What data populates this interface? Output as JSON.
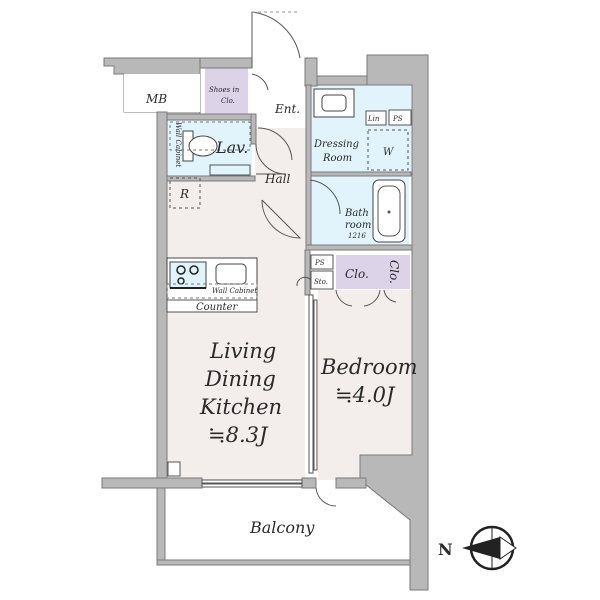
{
  "labels": {
    "mb": "MB",
    "shoes_line1": "Shoes in",
    "shoes_line2": "Clo.",
    "entrance": "Ent.",
    "lavatory": "Lav.",
    "wall_cabinet_left": "Wall Cabinet",
    "dressing_line1": "Dressing",
    "dressing_line2": "Room",
    "washer": "W",
    "linen": "Lin",
    "ps_top": "PS",
    "hall": "Hall",
    "refrigerator": "R",
    "bath_line1": "Bath",
    "bath_line2": "room",
    "bath_size": "1216",
    "ps_mid": "PS",
    "storage": "Sto.",
    "closet_1": "Clo.",
    "closet_2": "Clo.",
    "wall_cabinet_kitchen": "Wall Cabinet",
    "counter": "Counter",
    "ldk_line1": "Living",
    "ldk_line2": "Dining",
    "ldk_line3": "Kitchen",
    "ldk_size": "≒8.3J",
    "bedroom": "Bedroom",
    "bedroom_size": "≒4.0J",
    "balcony": "Balcony",
    "compass_letter": "N"
  },
  "colors": {
    "floor_main": "#f3eeec",
    "floor_wet": "#e1f3fb",
    "closet_fill": "#ddd3e9",
    "wall": "#b8b8b8",
    "outline": "#555555"
  }
}
